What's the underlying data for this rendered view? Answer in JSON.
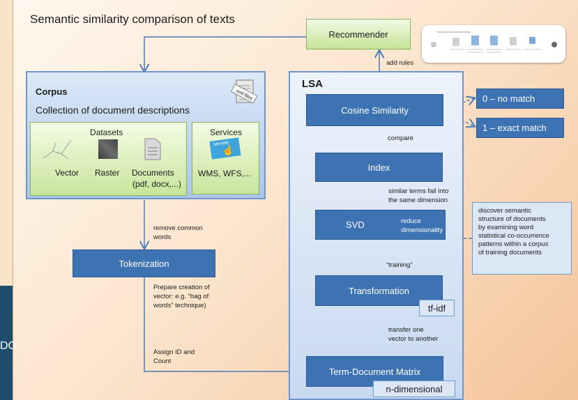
{
  "title": "Semantic similarity comparison of texts",
  "recommender": {
    "label": "Recommender",
    "edge_label": "add rules"
  },
  "corpus": {
    "title": "Corpus",
    "subtitle": "Collection of document descriptions",
    "badge": "xml files",
    "datasets": {
      "title": "Datasets",
      "items": [
        "Vector",
        "Raster",
        "Documents",
        "(pdf, docx,...)"
      ]
    },
    "services": {
      "title": "Services",
      "icon_text": "service",
      "caption": "WMS, WFS,..."
    }
  },
  "lsa": {
    "title": "LSA",
    "cosine": "Cosine Similarity",
    "compare": "compare",
    "index": "Index",
    "similar_terms": [
      "similar terms fall into",
      "the same dimension"
    ],
    "svd": "SVD",
    "reduce": [
      "reduce",
      "dimensionality"
    ],
    "training": "“training”",
    "transformation": "Transformation",
    "tfidf": "tf-idf",
    "transfer": [
      "transfer one",
      "vector to another"
    ],
    "matrix": "Term-Document Matrix",
    "ndim": "n-dimensional"
  },
  "outputs": {
    "no_match": "0 – no match",
    "exact_match": "1 – exact match"
  },
  "remove_common": [
    "remove common",
    "words"
  ],
  "tokenization": "Tokenization",
  "prepare": [
    "Prepare creation of",
    "vector: e.g. “bag of",
    "words” technique)"
  ],
  "assign": [
    "Assign ID and",
    "Count"
  ],
  "note": [
    "discover semantic",
    "structure of documents",
    "by examining word",
    "statistical co-occurrence",
    "patterns within a corpus",
    "of training documents"
  ],
  "side_fragment": "DO",
  "colors": {
    "box_blue": "#3e73b3",
    "green": "#c5e49a",
    "peach": "#f5c49a",
    "arrow": "#4a7ab3"
  }
}
